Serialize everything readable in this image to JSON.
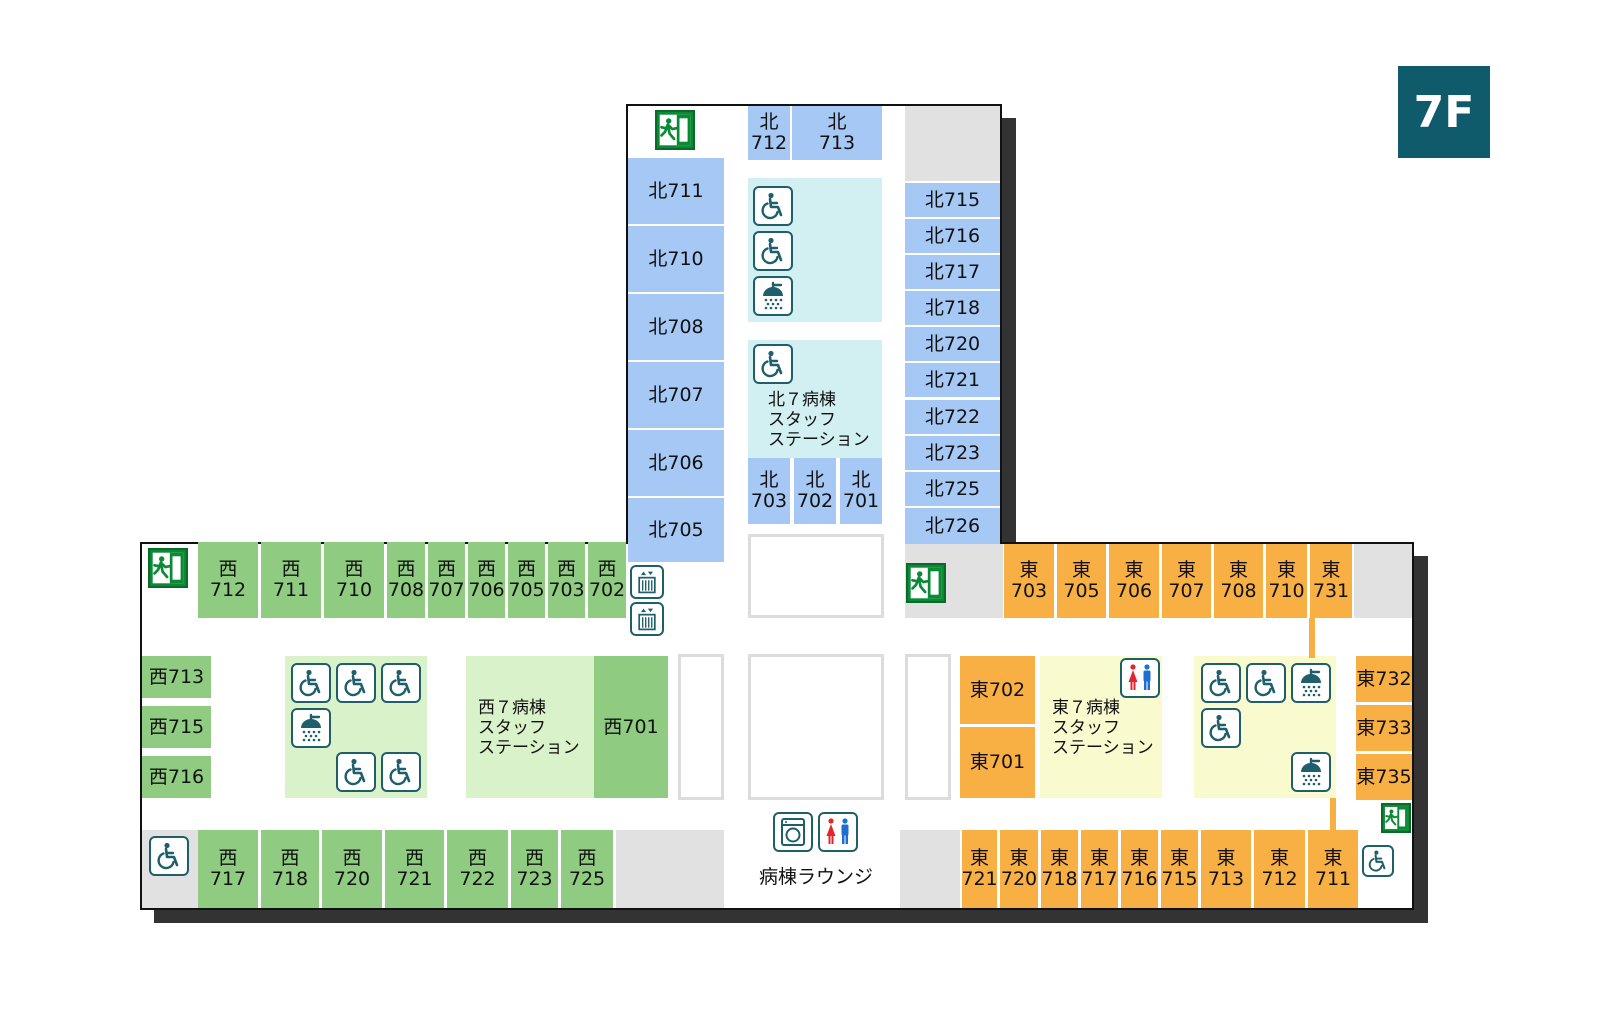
{
  "floor_label": "7F",
  "rooms": {
    "n712": "北\n712",
    "n713": "北\n713",
    "n711": "北711",
    "n710": "北710",
    "n708": "北708",
    "n707": "北707",
    "n706": "北706",
    "n705": "北705",
    "n715": "北715",
    "n716": "北716",
    "n717": "北717",
    "n718": "北718",
    "n720": "北720",
    "n721": "北721",
    "n722": "北722",
    "n723": "北723",
    "n725": "北725",
    "n726": "北726",
    "n703": "北\n703",
    "n702": "北\n702",
    "n701": "北\n701",
    "w712": "西\n712",
    "w711": "西\n711",
    "w710": "西\n710",
    "w708": "西\n708",
    "w707": "西\n707",
    "w706": "西\n706",
    "w705": "西\n705",
    "w703": "西\n703",
    "w702": "西\n702",
    "w713": "西713",
    "w715": "西715",
    "w716": "西716",
    "w701": "西701",
    "w717": "西\n717",
    "w718": "西\n718",
    "w720": "西\n720",
    "w721": "西\n721",
    "w722": "西\n722",
    "w723": "西\n723",
    "w725": "西\n725",
    "e703": "東\n703",
    "e705": "東\n705",
    "e706": "東\n706",
    "e707": "東\n707",
    "e708": "東\n708",
    "e710": "東\n710",
    "e731": "東\n731",
    "e702": "東702",
    "e701": "東701",
    "e732": "東732",
    "e733": "東733",
    "e735": "東735",
    "e721": "東\n721",
    "e720": "東\n720",
    "e718": "東\n718",
    "e717": "東\n717",
    "e716": "東\n716",
    "e715": "東\n715",
    "e713": "東\n713",
    "e712": "東\n712",
    "e711": "東\n711"
  },
  "stations": {
    "north": "北７病棟\nスタッフ\nステーション",
    "west": "西７病棟\nスタッフ\nステーション",
    "east": "東７病棟\nスタッフ\nステーション"
  },
  "lounge_label": "病棟ラウンジ",
  "icons": {
    "wheelchair": "wheelchair-accessible-toilet-icon",
    "shower": "shower-icon",
    "restroom": "restroom-icon",
    "laundry": "washing-machine-icon",
    "elevator": "elevator-icon",
    "exit": "emergency-exit-icon"
  },
  "colors": {
    "north": "#a6c8f4",
    "west": "#8fcb80",
    "east": "#f8b044",
    "north_bg": "#d2eff2",
    "west_bg": "#daf2c9",
    "east_bg": "#fafacf",
    "badge": "#0f5b6b",
    "icon_stroke": "#1f5f6b",
    "exit_green": "#0b8a35"
  }
}
